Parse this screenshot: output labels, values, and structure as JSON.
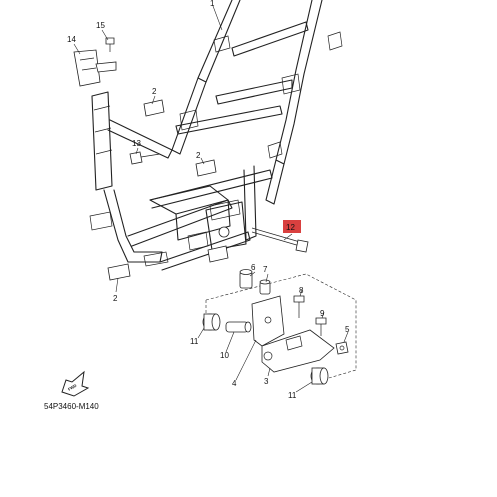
{
  "diagram": {
    "callouts": {
      "c1": "1",
      "c15": "15",
      "c14": "14",
      "c2a": "2",
      "c13": "13",
      "c2b": "2",
      "c2c": "2",
      "c12": "12",
      "c6": "6",
      "c7": "7",
      "c8": "8",
      "c9": "9",
      "c5": "5",
      "c11a": "11",
      "c10": "10",
      "c4": "4",
      "c3": "3",
      "c11b": "11"
    },
    "highlight_color": "#d9403f",
    "diagram_code": "54P3460-M140",
    "fwd_label": "FWD"
  }
}
